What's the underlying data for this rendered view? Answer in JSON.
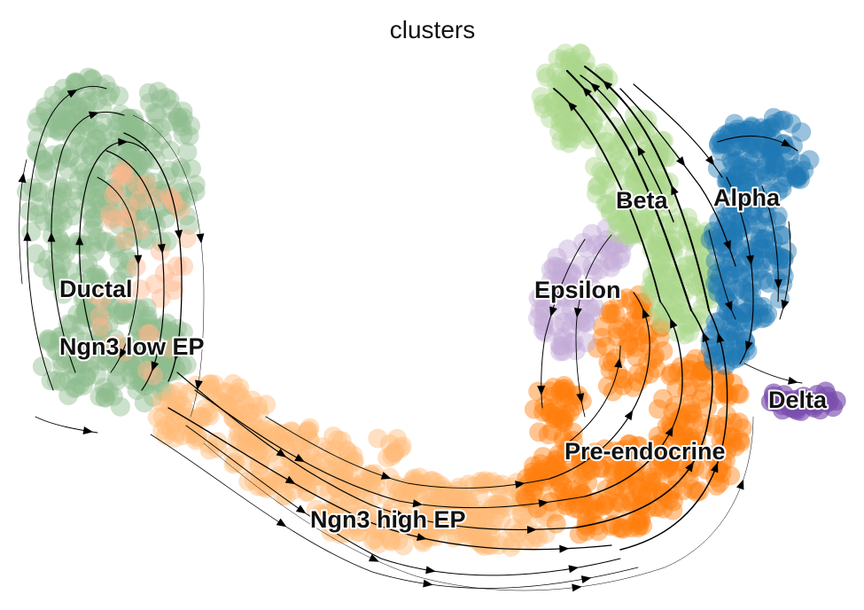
{
  "chart_data": {
    "type": "scatter",
    "title": "clusters",
    "xlabel": "",
    "ylabel": "",
    "axes_visible": false,
    "grid": false,
    "legend": "on data",
    "overlay": "velocity streamlines with arrowheads",
    "clusters": [
      {
        "name": "Ductal",
        "color": "#8fbc8f"
      },
      {
        "name": "Ngn3 low EP",
        "color": "#8fbc8f"
      },
      {
        "name": "Ngn3 high EP",
        "color": "#ffbb78"
      },
      {
        "name": "Pre-endocrine",
        "color": "#ff7f0e"
      },
      {
        "name": "Beta",
        "color": "#aad78b"
      },
      {
        "name": "Alpha",
        "color": "#1f77b4"
      },
      {
        "name": "Delta",
        "color": "#7b4fae"
      },
      {
        "name": "Epsilon",
        "color": "#c4aad8"
      }
    ],
    "colors": {
      "ductal_mix": "#ffb58c"
    }
  }
}
